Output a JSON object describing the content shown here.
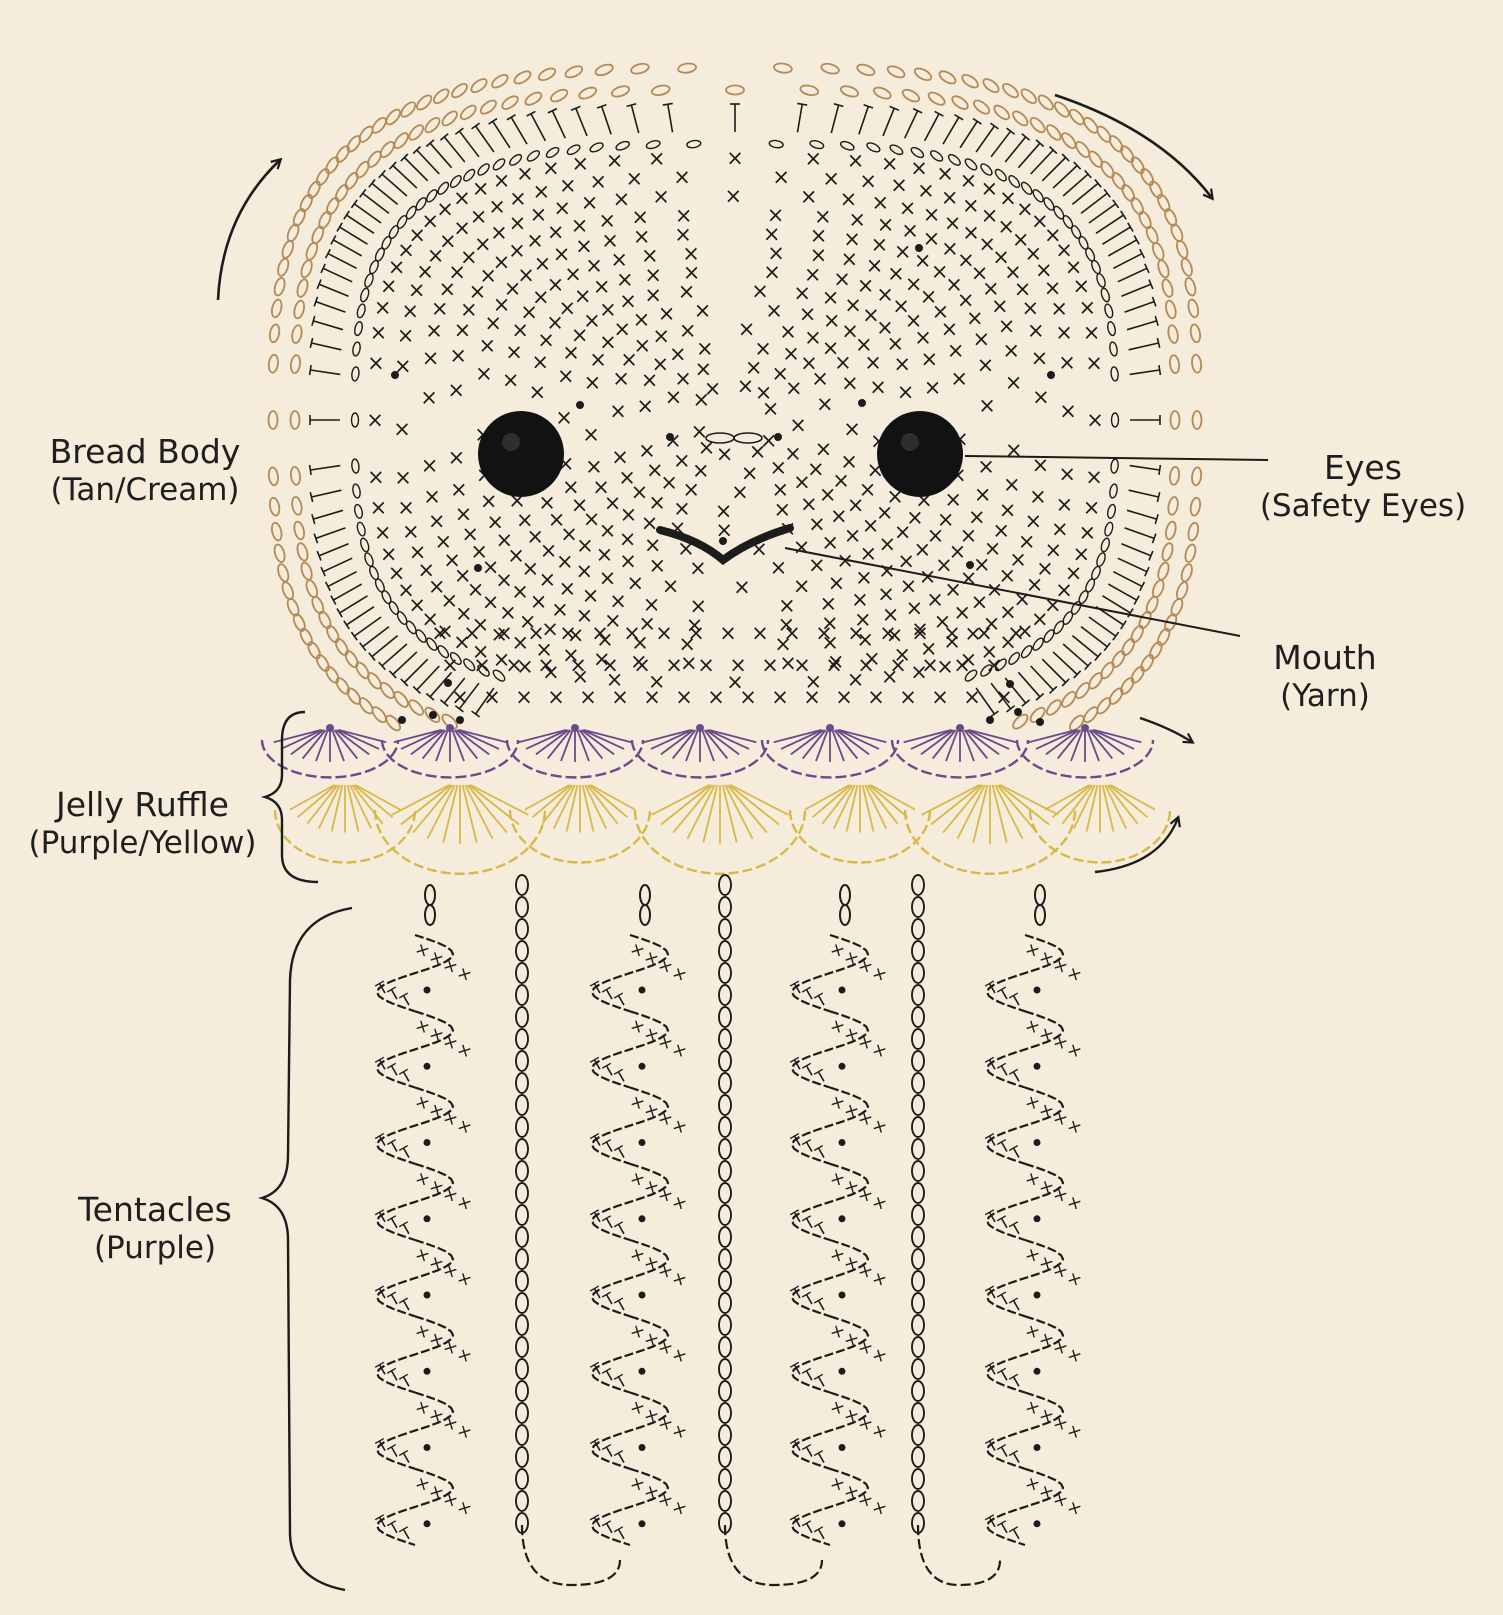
{
  "labels": {
    "bread_body": {
      "title": "Bread Body",
      "sub": "(Tan/Cream)"
    },
    "jelly_ruffle": {
      "title": "Jelly Ruffle",
      "sub": "(Purple/Yellow)"
    },
    "tentacles": {
      "title": "Tentacles",
      "sub": "(Purple)"
    },
    "eyes": {
      "title": "Eyes",
      "sub": "(Safety Eyes)"
    },
    "mouth": {
      "title": "Mouth",
      "sub": "(Yarn)"
    }
  },
  "colors": {
    "background": "#f5ecdb",
    "tan_chain": "#b68a55",
    "ink": "#1c1c1c",
    "purple": "#6b4a8c",
    "yellow": "#d9b84a"
  },
  "symbols": {
    "single_crochet": "×",
    "double_crochet": "T",
    "chain": "0",
    "slip_stitch": "•"
  }
}
